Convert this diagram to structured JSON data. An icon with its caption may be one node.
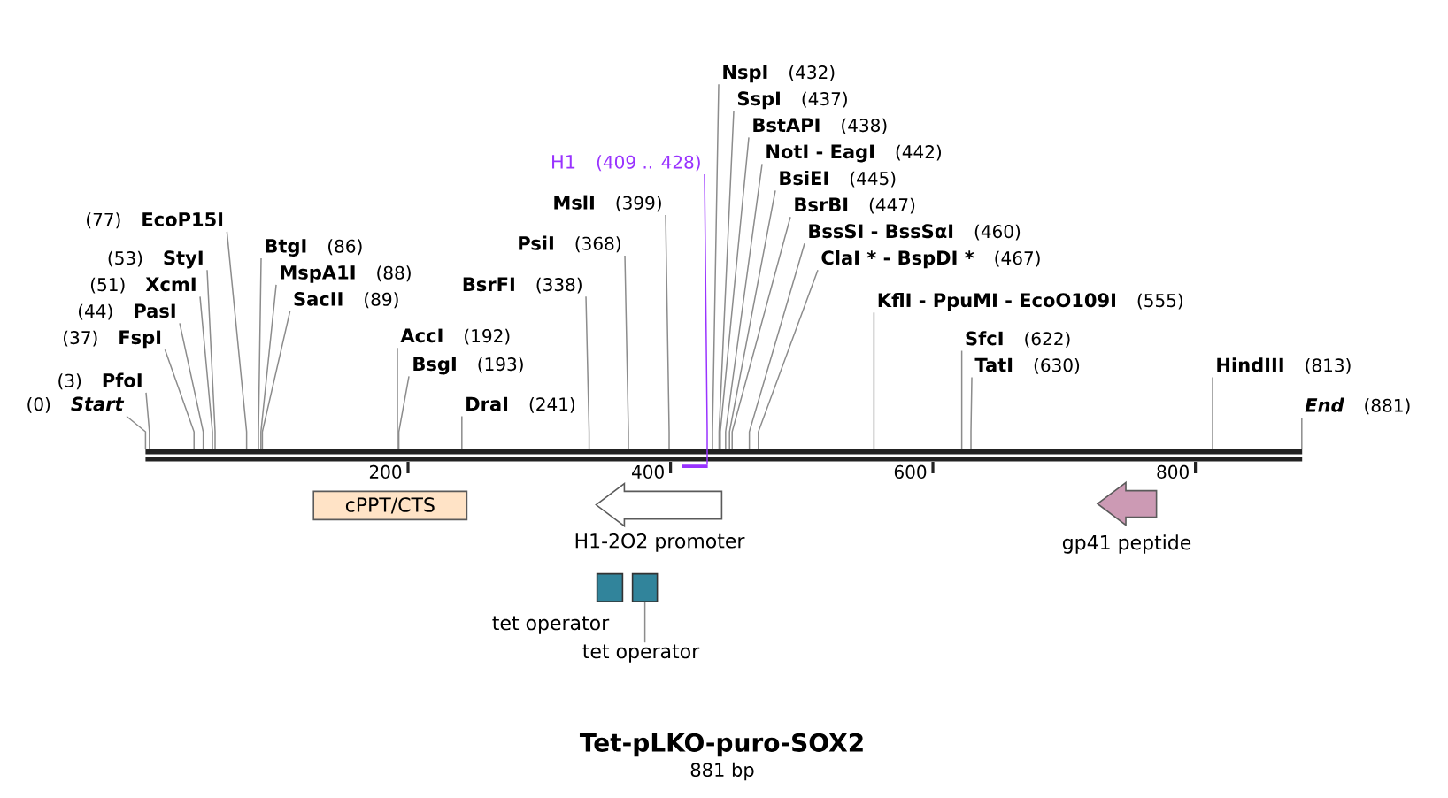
{
  "diagram": {
    "title": "Tet-pLKO-puro-SOX2",
    "nodes": [
      {
        "text": [
          "(0)",
          "Start"
        ]
      },
      {
        "text": [
          "(3)",
          "PfoI"
        ]
      },
      {
        "text": [
          "(37)",
          "FspI"
        ]
      },
      {
        "text": [
          "(44)",
          "PasI"
        ]
      },
      {
        "text": [
          "(51)",
          "XcmI"
        ]
      },
      {
        "text": [
          "(53)",
          "StyI"
        ]
      },
      {
        "text": [
          "(77)",
          "EcoP15I"
        ]
      },
      {
        "text": [
          "BtgI",
          "(86)"
        ]
      },
      {
        "text": [
          "MspA1I",
          "(88)"
        ]
      },
      {
        "text": [
          "SacII",
          "(89)"
        ]
      },
      {
        "text": [
          "AccI",
          "(192)"
        ]
      },
      {
        "text": [
          "BsgI",
          "(193)"
        ]
      },
      {
        "text": [
          "DraI",
          "(241)"
        ]
      },
      {
        "text": [
          "BsrFI",
          "(338)"
        ]
      },
      {
        "text": [
          "PsiI",
          "(368)"
        ]
      },
      {
        "text": [
          "MslI",
          "(399)"
        ]
      },
      {
        "text": [
          "H1",
          "(409 .. 428)"
        ]
      },
      {
        "text": [
          "NspI",
          "(432)"
        ]
      },
      {
        "text": [
          "SspI",
          "(437)"
        ]
      },
      {
        "text": [
          "BstAPI",
          "(438)"
        ]
      },
      {
        "text": [
          "NotI - EagI",
          "(442)"
        ]
      },
      {
        "text": [
          "BsiEI",
          "(445)"
        ]
      },
      {
        "text": [
          "BsrBI",
          "(447)"
        ]
      },
      {
        "text": [
          "BssSI - BssSαI",
          "(460)"
        ]
      },
      {
        "text": [
          "ClaI * - BspDI *",
          "(467)"
        ]
      },
      {
        "text": [
          "KflI - PpuMI - EcoO109I",
          "(555)"
        ]
      },
      {
        "text": [
          "SfcI",
          "(622)"
        ]
      },
      {
        "text": [
          "TatI",
          "(630)"
        ]
      },
      {
        "text": [
          "HindIII",
          "(813)"
        ]
      },
      {
        "text": [
          "End",
          "(881)"
        ]
      },
      {
        "text": [],
        "shape": "bar"
      },
      {
        "text": [],
        "shape": "bar"
      },
      {
        "text": [
          "cPPT/CTS"
        ]
      },
      {
        "text": [],
        "shape": "arrow",
        "beside": [
          "H1-2O2 promoter"
        ]
      },
      {
        "text": [],
        "shape": "arrow",
        "beside": [
          "gp41 peptide"
        ]
      },
      {
        "text": [],
        "shape": "box",
        "beside": [
          "tet operator"
        ]
      },
      {
        "text": [],
        "shape": "box"
      },
      {
        "text": [
          "tet operator"
        ]
      }
    ],
    "edges": [
      {
        "from": 0,
        "to": 30,
        "arrow": "none"
      },
      {
        "from": 1,
        "to": 30,
        "arrow": "none"
      },
      {
        "from": 2,
        "to": 30,
        "arrow": "none"
      },
      {
        "from": 3,
        "to": 30,
        "arrow": "none"
      },
      {
        "from": 4,
        "to": 30,
        "arrow": "none"
      },
      {
        "from": 5,
        "to": 30,
        "arrow": "none"
      },
      {
        "from": 6,
        "to": 30,
        "arrow": "none"
      },
      {
        "from": 7,
        "to": 30,
        "arrow": "none"
      },
      {
        "from": 8,
        "to": 30,
        "arrow": "none"
      },
      {
        "from": 9,
        "to": 30,
        "arrow": "none"
      },
      {
        "from": 10,
        "to": 30,
        "arrow": "none"
      },
      {
        "from": 11,
        "to": 30,
        "arrow": "none"
      },
      {
        "from": 12,
        "to": 30,
        "arrow": "none"
      },
      {
        "from": 13,
        "to": 30,
        "arrow": "none"
      },
      {
        "from": 14,
        "to": 30,
        "arrow": "none"
      },
      {
        "from": 15,
        "to": 30,
        "arrow": "none"
      },
      {
        "from": 16,
        "to": 31,
        "arrow": "none",
        "color": "#9933ff"
      },
      {
        "from": 17,
        "to": 30,
        "arrow": "none"
      },
      {
        "from": 18,
        "to": 30,
        "arrow": "none"
      },
      {
        "from": 19,
        "to": 30,
        "arrow": "none"
      },
      {
        "from": 20,
        "to": 30,
        "arrow": "none"
      },
      {
        "from": 21,
        "to": 30,
        "arrow": "none"
      },
      {
        "from": 22,
        "to": 30,
        "arrow": "none"
      },
      {
        "from": 23,
        "to": 30,
        "arrow": "none"
      },
      {
        "from": 24,
        "to": 30,
        "arrow": "none"
      },
      {
        "from": 25,
        "to": 30,
        "arrow": "none"
      },
      {
        "from": 26,
        "to": 30,
        "arrow": "none"
      },
      {
        "from": 27,
        "to": 30,
        "arrow": "none"
      },
      {
        "from": 28,
        "to": 30,
        "arrow": "none"
      },
      {
        "from": 29,
        "to": 30,
        "arrow": "none"
      },
      {
        "from": 37,
        "to": 36,
        "arrow": "none"
      }
    ],
    "labels": [
      "200",
      "400",
      "600",
      "800",
      "881 bp"
    ]
  }
}
